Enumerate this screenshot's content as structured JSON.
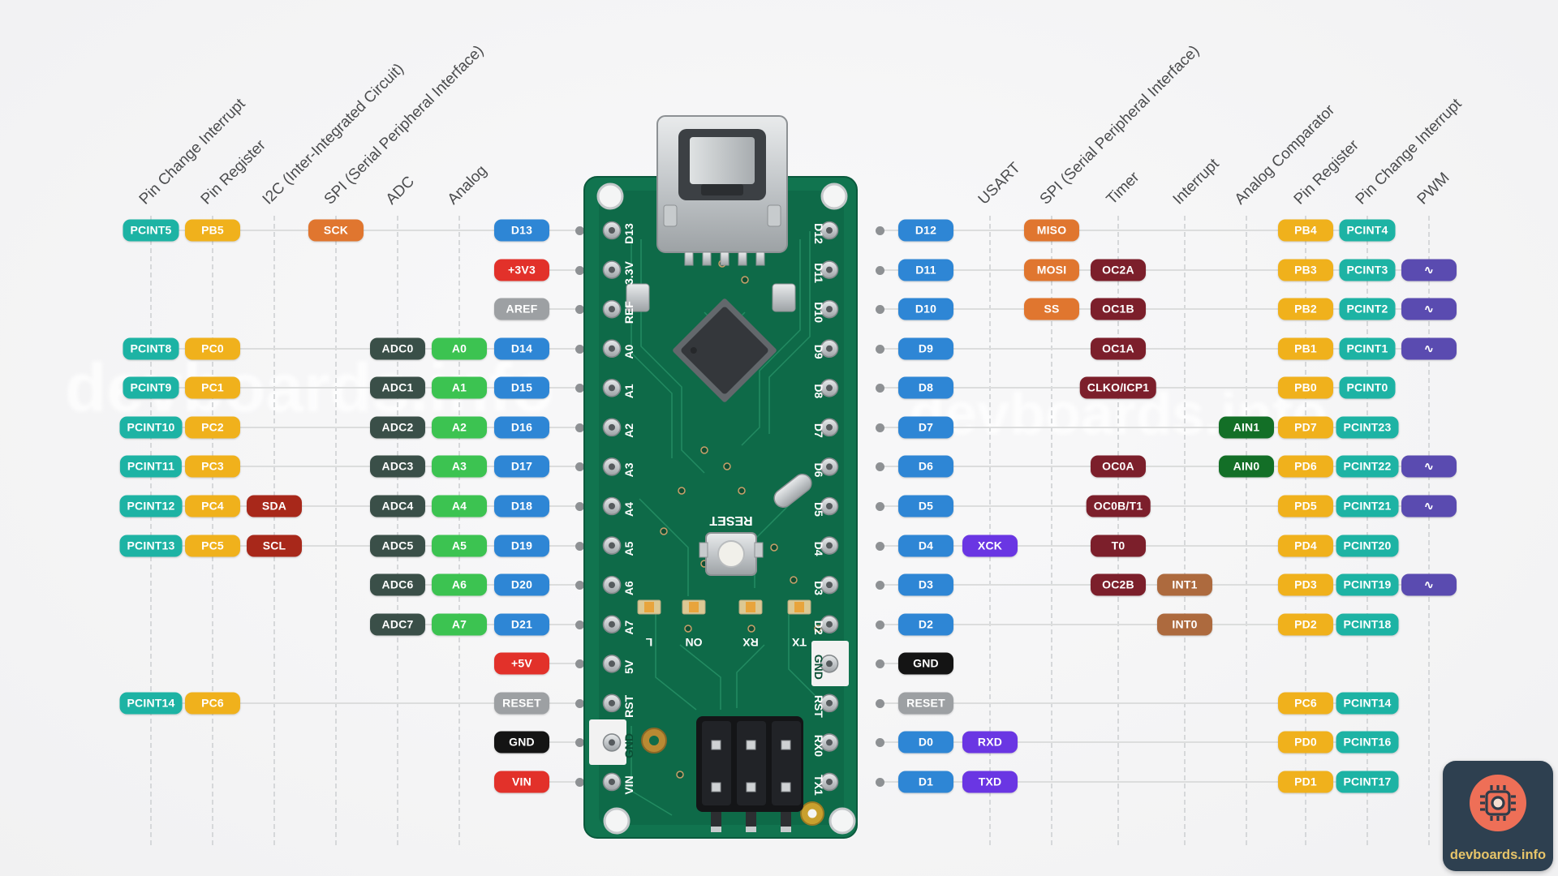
{
  "watermark": {
    "text": "devboards.info"
  },
  "logo": {
    "brand": "devboards.info"
  },
  "colors": {
    "pcint": "#1db3a4",
    "reg": "#f0b11c",
    "i2c": "#a8281a",
    "spi": "#e0762f",
    "adc": "#3a4f48",
    "analog": "#3cc351",
    "d": "#2e86d5",
    "pwr": "#e2312a",
    "gray": "#9da0a3",
    "gnd": "#141414",
    "timer": "#7c1f2b",
    "usart": "#6a36e3",
    "int": "#ad6a3e",
    "acomp": "#136f27",
    "pwm": "#5a4bb0"
  },
  "columns": {
    "left": [
      {
        "key": "pcint",
        "label": "Pin Change Interrupt"
      },
      {
        "key": "reg",
        "label": "Pin Register"
      },
      {
        "key": "i2c",
        "label": "I2C (Inter-Integrated Circuit)"
      },
      {
        "key": "spi",
        "label": "SPI (Serial Peripheral Interface)"
      },
      {
        "key": "adc",
        "label": "ADC"
      },
      {
        "key": "analog",
        "label": "Analog"
      }
    ],
    "right": [
      {
        "key": "usart",
        "label": "USART"
      },
      {
        "key": "spi",
        "label": "SPI (Serial Peripheral Interface)"
      },
      {
        "key": "timer",
        "label": "Timer"
      },
      {
        "key": "int",
        "label": "Interrupt"
      },
      {
        "key": "acomp",
        "label": "Analog Comparator"
      },
      {
        "key": "reg",
        "label": "Pin Register"
      },
      {
        "key": "pcint",
        "label": "Pin Change Interrupt"
      },
      {
        "key": "pwm",
        "label": "PWM"
      }
    ]
  },
  "rows": [
    {
      "n": 1,
      "left": [
        {
          "col": "pcint",
          "label": "PCINT5"
        },
        {
          "col": "reg",
          "label": "PB5"
        },
        {
          "col": "spi",
          "label": "SCK"
        },
        {
          "col": "d",
          "label": "D13"
        }
      ],
      "right": [
        {
          "col": "d",
          "label": "D12"
        },
        {
          "col": "spi",
          "label": "MISO"
        },
        {
          "col": "reg",
          "label": "PB4"
        },
        {
          "col": "pcint",
          "label": "PCINT4"
        }
      ]
    },
    {
      "n": 2,
      "left": [
        {
          "col": "pwr",
          "label": "+3V3"
        }
      ],
      "right": [
        {
          "col": "d",
          "label": "D11"
        },
        {
          "col": "spi",
          "label": "MOSI"
        },
        {
          "col": "timer",
          "label": "OC2A"
        },
        {
          "col": "reg",
          "label": "PB3"
        },
        {
          "col": "pcint",
          "label": "PCINT3"
        },
        {
          "col": "pwm",
          "label": "∿"
        }
      ]
    },
    {
      "n": 3,
      "left": [
        {
          "col": "gray",
          "label": "AREF"
        }
      ],
      "right": [
        {
          "col": "d",
          "label": "D10"
        },
        {
          "col": "spi",
          "label": "SS"
        },
        {
          "col": "timer",
          "label": "OC1B"
        },
        {
          "col": "reg",
          "label": "PB2"
        },
        {
          "col": "pcint",
          "label": "PCINT2"
        },
        {
          "col": "pwm",
          "label": "∿"
        }
      ]
    },
    {
      "n": 4,
      "left": [
        {
          "col": "pcint",
          "label": "PCINT8"
        },
        {
          "col": "reg",
          "label": "PC0"
        },
        {
          "col": "adc",
          "label": "ADC0"
        },
        {
          "col": "analog",
          "label": "A0"
        },
        {
          "col": "d",
          "label": "D14"
        }
      ],
      "right": [
        {
          "col": "d",
          "label": "D9"
        },
        {
          "col": "timer",
          "label": "OC1A"
        },
        {
          "col": "reg",
          "label": "PB1"
        },
        {
          "col": "pcint",
          "label": "PCINT1"
        },
        {
          "col": "pwm",
          "label": "∿"
        }
      ]
    },
    {
      "n": 5,
      "left": [
        {
          "col": "pcint",
          "label": "PCINT9"
        },
        {
          "col": "reg",
          "label": "PC1"
        },
        {
          "col": "adc",
          "label": "ADC1"
        },
        {
          "col": "analog",
          "label": "A1"
        },
        {
          "col": "d",
          "label": "D15"
        }
      ],
      "right": [
        {
          "col": "d",
          "label": "D8"
        },
        {
          "col": "timer",
          "label": "CLKO/ICP1"
        },
        {
          "col": "reg",
          "label": "PB0"
        },
        {
          "col": "pcint",
          "label": "PCINT0"
        }
      ]
    },
    {
      "n": 6,
      "left": [
        {
          "col": "pcint",
          "label": "PCINT10"
        },
        {
          "col": "reg",
          "label": "PC2"
        },
        {
          "col": "adc",
          "label": "ADC2"
        },
        {
          "col": "analog",
          "label": "A2"
        },
        {
          "col": "d",
          "label": "D16"
        }
      ],
      "right": [
        {
          "col": "d",
          "label": "D7"
        },
        {
          "col": "acomp",
          "label": "AIN1"
        },
        {
          "col": "reg",
          "label": "PD7"
        },
        {
          "col": "pcint",
          "label": "PCINT23"
        }
      ]
    },
    {
      "n": 7,
      "left": [
        {
          "col": "pcint",
          "label": "PCINT11"
        },
        {
          "col": "reg",
          "label": "PC3"
        },
        {
          "col": "adc",
          "label": "ADC3"
        },
        {
          "col": "analog",
          "label": "A3"
        },
        {
          "col": "d",
          "label": "D17"
        }
      ],
      "right": [
        {
          "col": "d",
          "label": "D6"
        },
        {
          "col": "timer",
          "label": "OC0A"
        },
        {
          "col": "acomp",
          "label": "AIN0"
        },
        {
          "col": "reg",
          "label": "PD6"
        },
        {
          "col": "pcint",
          "label": "PCINT22"
        },
        {
          "col": "pwm",
          "label": "∿"
        }
      ]
    },
    {
      "n": 8,
      "left": [
        {
          "col": "pcint",
          "label": "PCINT12"
        },
        {
          "col": "reg",
          "label": "PC4"
        },
        {
          "col": "i2c",
          "label": "SDA"
        },
        {
          "col": "adc",
          "label": "ADC4"
        },
        {
          "col": "analog",
          "label": "A4"
        },
        {
          "col": "d",
          "label": "D18"
        }
      ],
      "right": [
        {
          "col": "d",
          "label": "D5"
        },
        {
          "col": "timer",
          "label": "OC0B/T1"
        },
        {
          "col": "reg",
          "label": "PD5"
        },
        {
          "col": "pcint",
          "label": "PCINT21"
        },
        {
          "col": "pwm",
          "label": "∿"
        }
      ]
    },
    {
      "n": 9,
      "left": [
        {
          "col": "pcint",
          "label": "PCINT13"
        },
        {
          "col": "reg",
          "label": "PC5"
        },
        {
          "col": "i2c",
          "label": "SCL"
        },
        {
          "col": "adc",
          "label": "ADC5"
        },
        {
          "col": "analog",
          "label": "A5"
        },
        {
          "col": "d",
          "label": "D19"
        }
      ],
      "right": [
        {
          "col": "d",
          "label": "D4"
        },
        {
          "col": "usart",
          "label": "XCK"
        },
        {
          "col": "timer",
          "label": "T0"
        },
        {
          "col": "reg",
          "label": "PD4"
        },
        {
          "col": "pcint",
          "label": "PCINT20"
        }
      ]
    },
    {
      "n": 10,
      "left": [
        {
          "col": "adc",
          "label": "ADC6"
        },
        {
          "col": "analog",
          "label": "A6"
        },
        {
          "col": "d",
          "label": "D20"
        }
      ],
      "right": [
        {
          "col": "d",
          "label": "D3"
        },
        {
          "col": "timer",
          "label": "OC2B"
        },
        {
          "col": "int",
          "label": "INT1"
        },
        {
          "col": "reg",
          "label": "PD3"
        },
        {
          "col": "pcint",
          "label": "PCINT19"
        },
        {
          "col": "pwm",
          "label": "∿"
        }
      ]
    },
    {
      "n": 11,
      "left": [
        {
          "col": "adc",
          "label": "ADC7"
        },
        {
          "col": "analog",
          "label": "A7"
        },
        {
          "col": "d",
          "label": "D21"
        }
      ],
      "right": [
        {
          "col": "d",
          "label": "D2"
        },
        {
          "col": "int",
          "label": "INT0"
        },
        {
          "col": "reg",
          "label": "PD2"
        },
        {
          "col": "pcint",
          "label": "PCINT18"
        }
      ]
    },
    {
      "n": 12,
      "left": [
        {
          "col": "pwr",
          "label": "+5V"
        }
      ],
      "right": [
        {
          "col": "gnd",
          "label": "GND"
        }
      ]
    },
    {
      "n": 13,
      "left": [
        {
          "col": "pcint",
          "label": "PCINT14"
        },
        {
          "col": "reg",
          "label": "PC6"
        },
        {
          "col": "gray",
          "label": "RESET"
        }
      ],
      "right": [
        {
          "col": "gray",
          "label": "RESET"
        },
        {
          "col": "reg",
          "label": "PC6"
        },
        {
          "col": "pcint",
          "label": "PCINT14"
        }
      ]
    },
    {
      "n": 14,
      "left": [
        {
          "col": "gnd",
          "label": "GND"
        }
      ],
      "right": [
        {
          "col": "d",
          "label": "D0"
        },
        {
          "col": "usart",
          "label": "RXD"
        },
        {
          "col": "reg",
          "label": "PD0"
        },
        {
          "col": "pcint",
          "label": "PCINT16"
        }
      ]
    },
    {
      "n": 15,
      "left": [
        {
          "col": "pwr",
          "label": "VIN"
        }
      ],
      "right": [
        {
          "col": "d",
          "label": "D1"
        },
        {
          "col": "usart",
          "label": "TXD"
        },
        {
          "col": "reg",
          "label": "PD1"
        },
        {
          "col": "pcint",
          "label": "PCINT17"
        }
      ]
    }
  ],
  "board": {
    "silk_left": [
      "D13",
      "3.3V",
      "REF",
      "A0",
      "A1",
      "A2",
      "A3",
      "A4",
      "A5",
      "A6",
      "A7",
      "5V",
      "RST",
      "GND",
      "VIN"
    ],
    "silk_right": [
      "D12",
      "D11",
      "D10",
      "D9",
      "D8",
      "D7",
      "D6",
      "D5",
      "D4",
      "D3",
      "D2",
      "GND",
      "RST",
      "RX0",
      "TX1"
    ],
    "reset_label": "RESET",
    "led_labels": [
      "L",
      "ON",
      "RX",
      "TX"
    ]
  }
}
